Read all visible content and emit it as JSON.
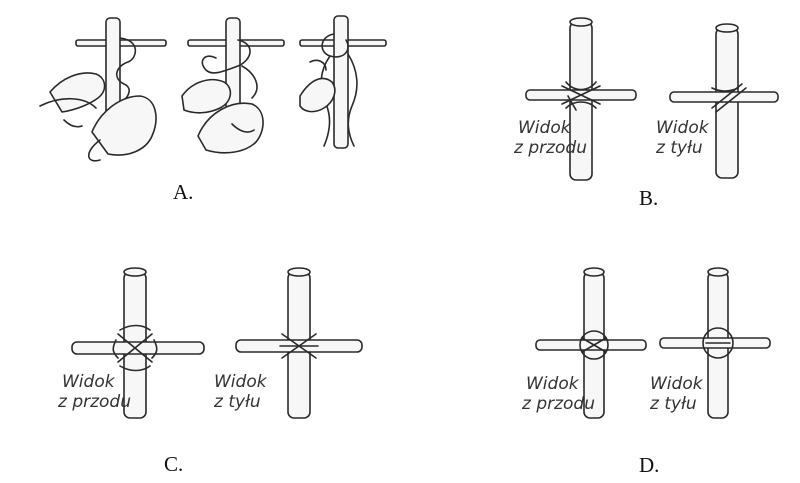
{
  "panels": [
    {
      "id": "A",
      "label": "A."
    },
    {
      "id": "B",
      "label": "B.",
      "front_caption": [
        "Widok",
        "z przodu"
      ],
      "back_caption": [
        "Widok",
        "z tyłu"
      ]
    },
    {
      "id": "C",
      "label": "C.",
      "front_caption": [
        "Widok",
        "z przodu"
      ],
      "back_caption": [
        "Widok",
        "z tyłu"
      ]
    },
    {
      "id": "D",
      "label": "D.",
      "front_caption": [
        "Widok",
        "z przodu"
      ],
      "back_caption": [
        "Widok",
        "z tyłu"
      ]
    }
  ],
  "colors": {
    "ink": "#2a2a2a",
    "stick_fill": "#f7f7f7",
    "paper": "#ffffff"
  }
}
